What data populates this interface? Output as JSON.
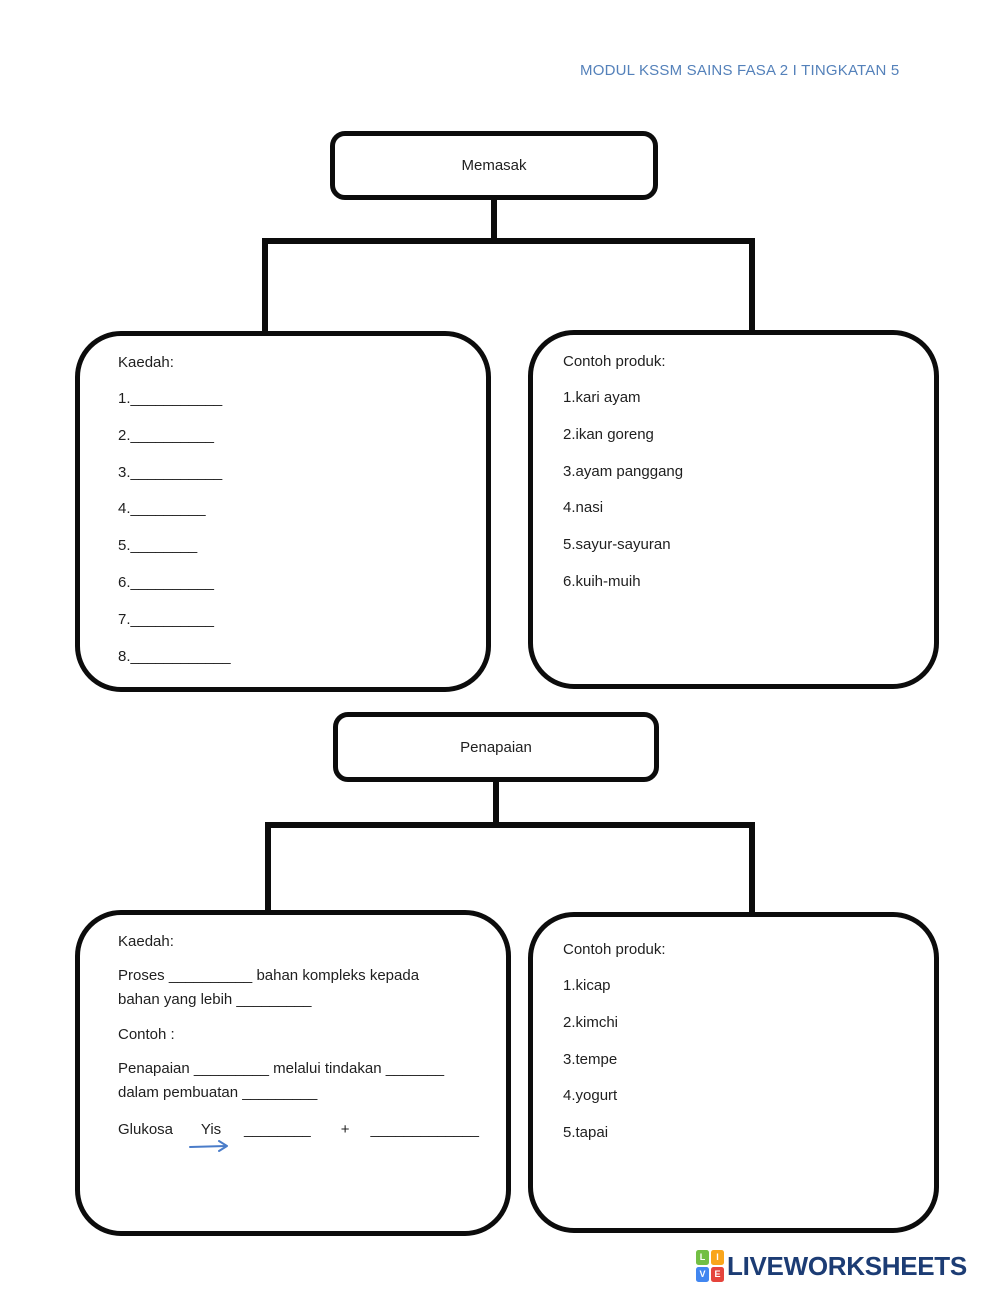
{
  "header": {
    "text": "MODUL KSSM SAINS FASA 2 I TINGKATAN 5"
  },
  "tree1": {
    "root_label": "Memasak",
    "kaedah": {
      "title": "Kaedah:",
      "items": [
        "1.___________",
        "2.__________",
        "3.___________",
        "4._________",
        "5.________",
        "6.__________",
        "7.__________",
        "8.____________"
      ]
    },
    "contoh": {
      "title": "Contoh produk:",
      "items": [
        "1.kari ayam",
        "2.ikan goreng",
        "3.ayam panggang",
        "4.nasi",
        "5.sayur-sayuran",
        "6.kuih-muih"
      ]
    }
  },
  "tree2": {
    "root_label": "Penapaian",
    "kaedah": {
      "title": "Kaedah:",
      "line1": "Proses __________ bahan kompleks kepada",
      "line2": "bahan yang lebih _________",
      "contoh_label": "Contoh :",
      "line3": "Penapaian _________ melalui tindakan _______",
      "line4": "dalam pembuatan _________",
      "equation": {
        "reactant": "Glukosa",
        "catalyst": "Yis",
        "arrow_icon": "right-arrow",
        "blank1": "________",
        "plus": "+",
        "blank2": "_____________"
      }
    },
    "contoh": {
      "title": "Contoh produk:",
      "items": [
        "1.kicap",
        "2.kimchi",
        "3.tempe",
        "4.yogurt",
        "5.tapai"
      ]
    }
  },
  "footer": {
    "logo_tiles": [
      {
        "letter": "L",
        "color": "#72bf44"
      },
      {
        "letter": "I",
        "color": "#f9a51a"
      },
      {
        "letter": "V",
        "color": "#4186f0"
      },
      {
        "letter": "E",
        "color": "#e5443c"
      }
    ],
    "logo_text": "LIVEWORKSHEETS"
  },
  "colors": {
    "header_blue": "#5481ba",
    "arrow_blue": "#4a7cc9",
    "logo_navy": "#1c3c74",
    "line_black": "#0c0c0c"
  }
}
